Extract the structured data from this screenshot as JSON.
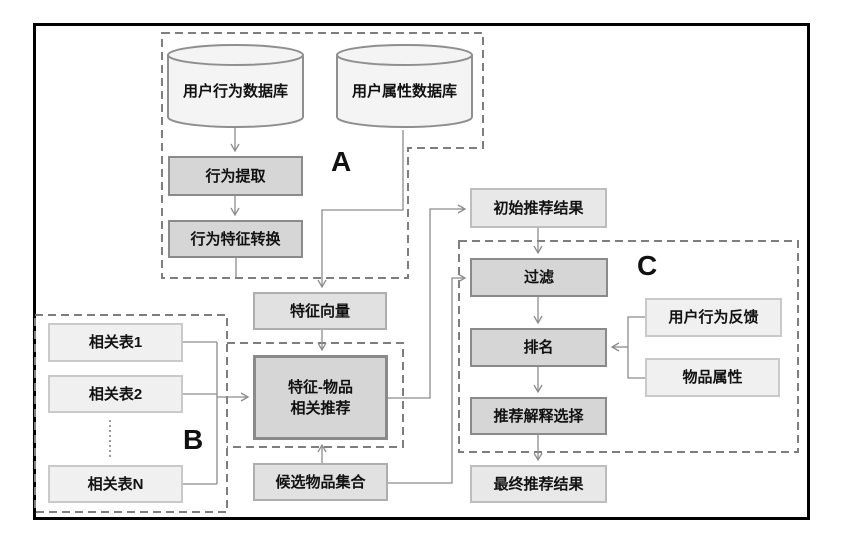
{
  "diagram": {
    "group_labels": {
      "a": "A",
      "b": "B",
      "c": "C"
    },
    "nodes": {
      "db_behavior": "用户行为数据库",
      "db_attribute": "用户属性数据库",
      "behavior_extract": "行为提取",
      "behavior_feature_convert": "行为特征转换",
      "feature_vector": "特征向量",
      "feature_item_rec_line1": "特征-物品",
      "feature_item_rec_line2": "相关推荐",
      "candidate_set": "候选物品集合",
      "initial_results": "初始推荐结果",
      "filter": "过滤",
      "ranking": "排名",
      "explanation_select": "推荐解释选择",
      "final_results": "最终推荐结果",
      "user_feedback": "用户行为反馈",
      "item_attributes": "物品属性",
      "rel_table_1": "相关表1",
      "rel_table_2": "相关表2",
      "rel_table_n": "相关表N"
    },
    "colors": {
      "process_fill": "#d6d6d6",
      "process_border": "#8a8a8a",
      "data_fill": "#e1e1e1",
      "data_border": "#aeaeae",
      "result_fill": "#e8e8e8",
      "result_border": "#bdbdbd",
      "light_fill": "#f0f0f0",
      "light_border": "#c9c9c9",
      "connector": "#8c8c8c",
      "group_dash": "#7e7e7e",
      "frame": "#000000"
    }
  }
}
